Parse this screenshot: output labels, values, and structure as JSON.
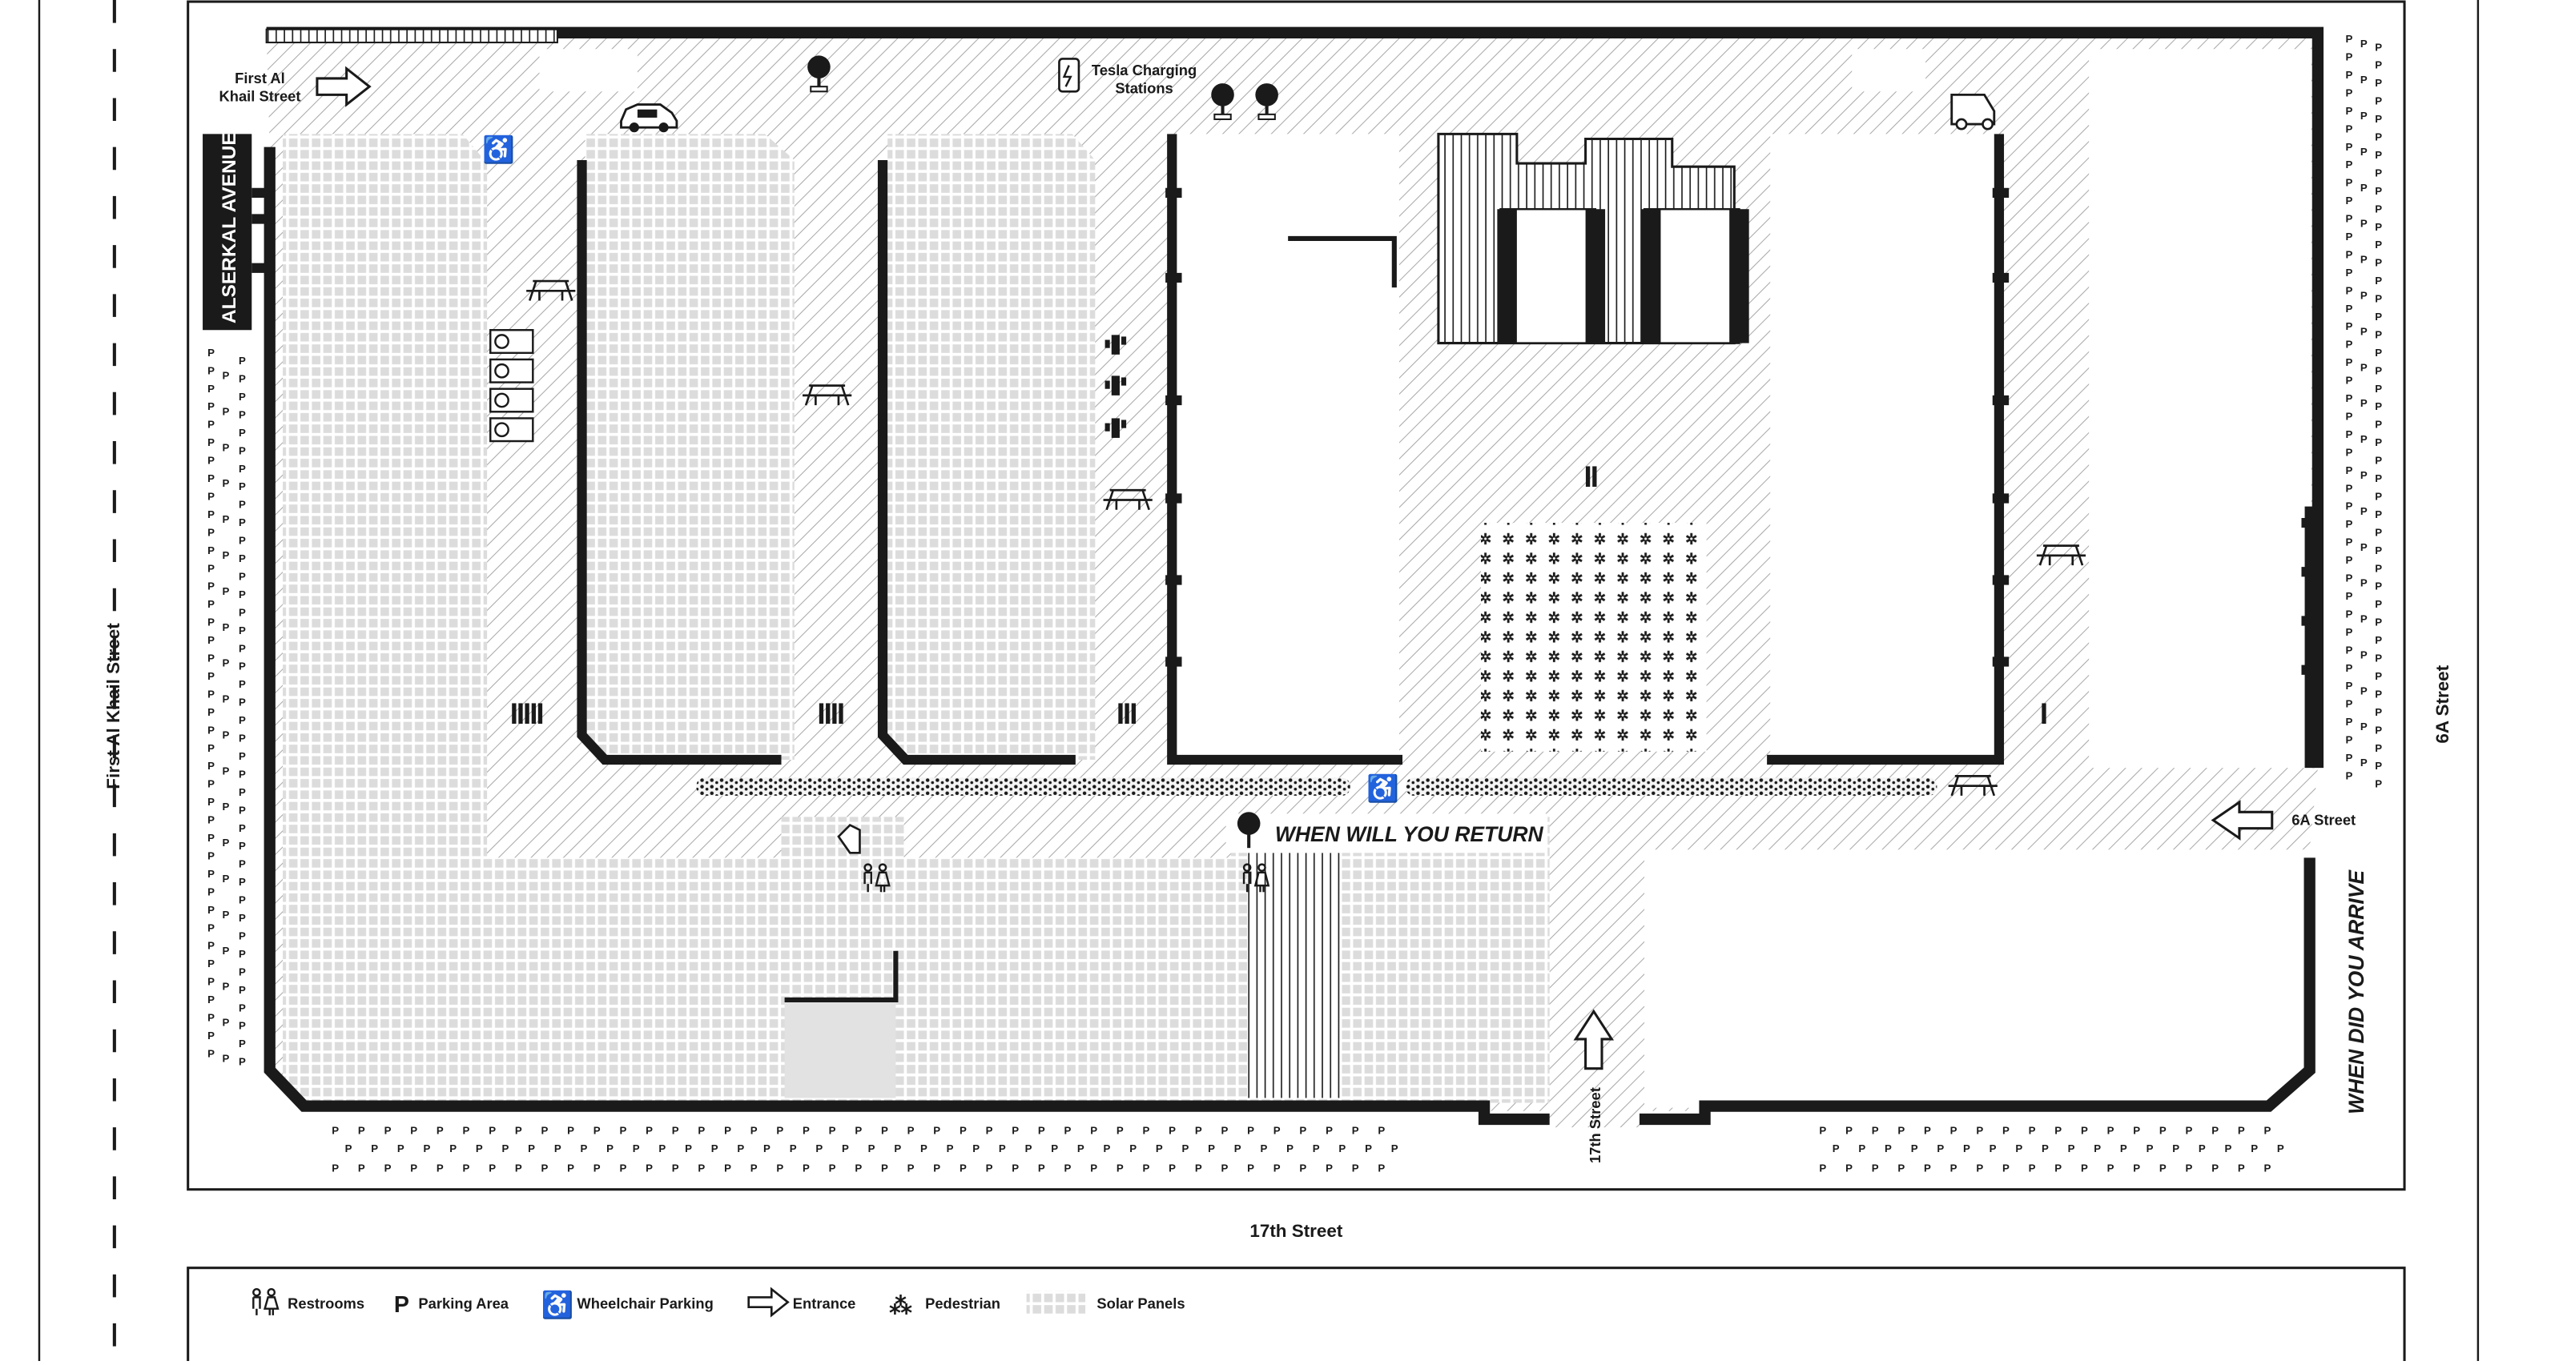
{
  "streets": {
    "left": "First Al Khail Street",
    "bottom": "17th Street",
    "right": "6A Street",
    "first_al_khail_entrance": "First Al Khail Street",
    "seventeenth_entrance": "17th Street",
    "sixa_entrance": "6A Street"
  },
  "avenue": "ALSERKAL AVENUE",
  "poi": {
    "tesla": "Tesla Charging Stations"
  },
  "warehouse_numbers": [
    "IIIII",
    "IIII",
    "III",
    "II",
    "I"
  ],
  "banners": {
    "return": "WHEN WILL YOU RETURN",
    "arrive": "WHEN DID YOU ARRIVE"
  },
  "parking_glyph": "P",
  "legend": [
    {
      "icon": "restroom-icon",
      "label": "Restrooms"
    },
    {
      "icon": "parking-icon",
      "label": "Parking Area"
    },
    {
      "icon": "wheelchair-icon",
      "label": "Wheelchair Parking"
    },
    {
      "icon": "entrance-arrow-icon",
      "label": "Entrance"
    },
    {
      "icon": "pedestrian-icon",
      "label": "Pedestrian"
    },
    {
      "icon": "solar-panel-icon",
      "label": "Solar Panels"
    }
  ],
  "colors": {
    "ink": "#1a1a1a",
    "hatch": "#9a9a9a",
    "solar": "#d9d9d9",
    "paper": "#ffffff"
  }
}
